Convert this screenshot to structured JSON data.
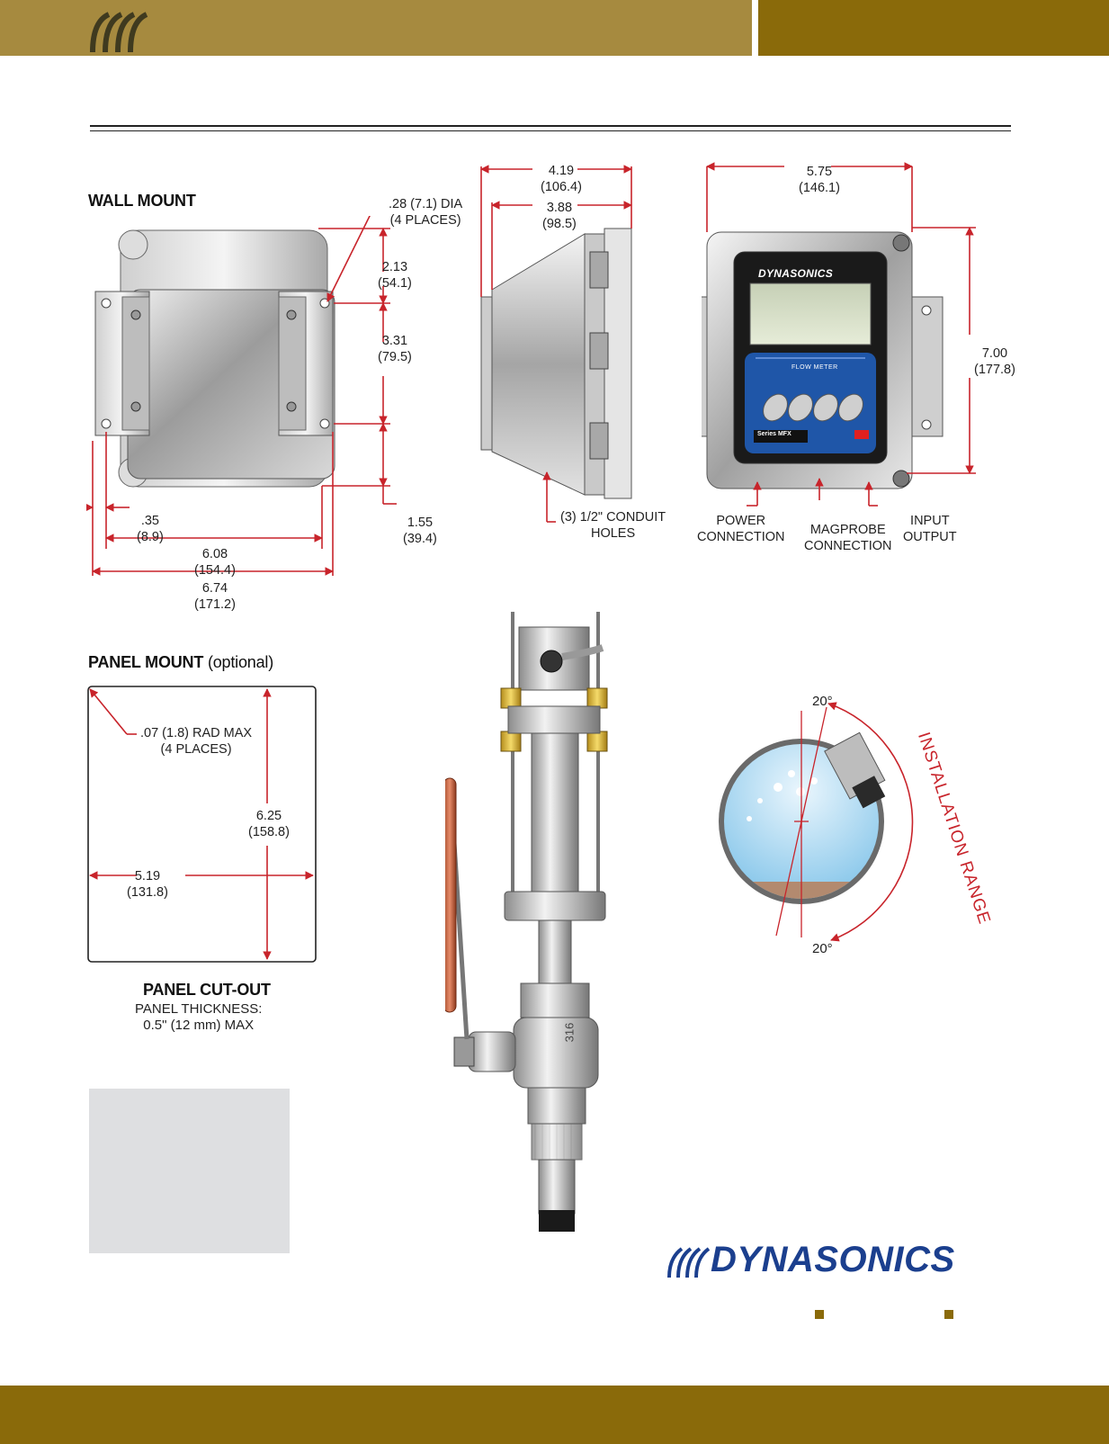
{
  "wall_mount": {
    "heading": "WALL MOUNT",
    "hole_dia": ".28 (7.1) DIA\n(4 PLACES)",
    "dim_top": "2.13\n(54.1)",
    "dim_mid": "3.31\n(79.5)",
    "dim_bottom": "1.55\n(39.4)",
    "dim_edge": ".35\n(8.9)",
    "dim_inner_width": "6.08\n(154.4)",
    "dim_outer_width": "6.74\n(171.2)"
  },
  "side_view": {
    "dim_outer": "4.19\n(106.4)",
    "dim_inner": "3.88\n(98.5)",
    "conduit": "(3) 1/2\" CONDUIT\nHOLES"
  },
  "front_view": {
    "dim_width": "5.75\n(146.1)",
    "dim_height": "7.00\n(177.8)",
    "brand": "DYNASONICS",
    "panel_label": "FLOW METER",
    "series": "Series MFX",
    "power": "POWER\nCONNECTION",
    "magprobe": "MAGPROBE\nCONNECTION",
    "io": "INPUT\nOUTPUT"
  },
  "panel_mount": {
    "heading": "PANEL MOUNT",
    "optional": " (optional)",
    "radius": ".07 (1.8) RAD MAX\n(4 PLACES)",
    "dim_height": "6.25\n(158.8)",
    "dim_width": "5.19\n(131.8)",
    "cutout": "PANEL CUT-OUT",
    "thickness": "PANEL THICKNESS:\n0.5\" (12 mm) MAX"
  },
  "probe": {
    "valve_mark": "316"
  },
  "installation": {
    "angle_top": "20°",
    "angle_bottom": "20°",
    "range": "INSTALLATION RANGE"
  },
  "logo": {
    "text": "DYNASONICS"
  },
  "colors": {
    "header_left": "#a68a3f",
    "header_right": "#8a6a0a",
    "footer": "#8a6a0a",
    "dimension_red": "#c8242b",
    "brand_blue": "#1b3f8e"
  }
}
